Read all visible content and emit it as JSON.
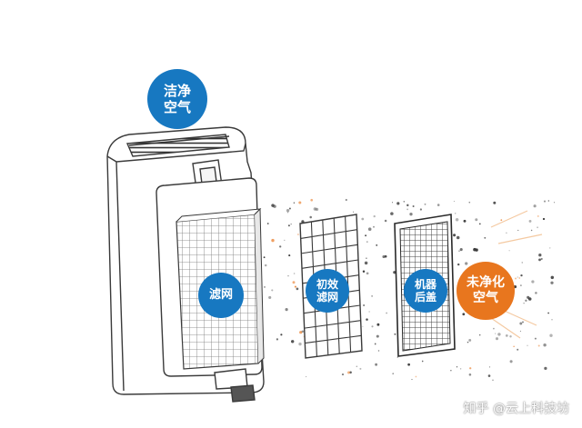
{
  "labels": {
    "clean_air": "洁净\n空气",
    "hepa_filter": "滤网",
    "pre_filter": "初效\n滤网",
    "back_cover": "机器\n后盖",
    "dirty_air": "未净化\n空气"
  },
  "watermark": "知乎 @云上科技坊",
  "colors": {
    "badge_blue": "#1778c1",
    "badge_orange": "#e8761e",
    "line": "#3a3a3a"
  }
}
